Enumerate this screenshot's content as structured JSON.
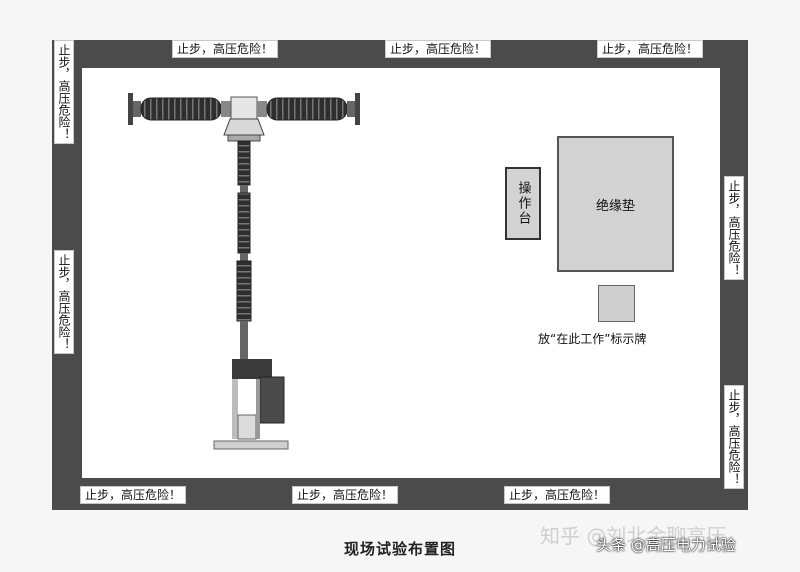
{
  "warning_sign_text": "止步，高压危险！",
  "operating_table_label": "操作台",
  "insulating_mat_label": "绝缘垫",
  "work_here_sign_label": "放“在此工作”标示牌",
  "caption": "现场试验布置图",
  "watermark_zhihu": "知乎 @刘北金聊高压",
  "watermark_toutiao": "头条 @高压电力试验"
}
